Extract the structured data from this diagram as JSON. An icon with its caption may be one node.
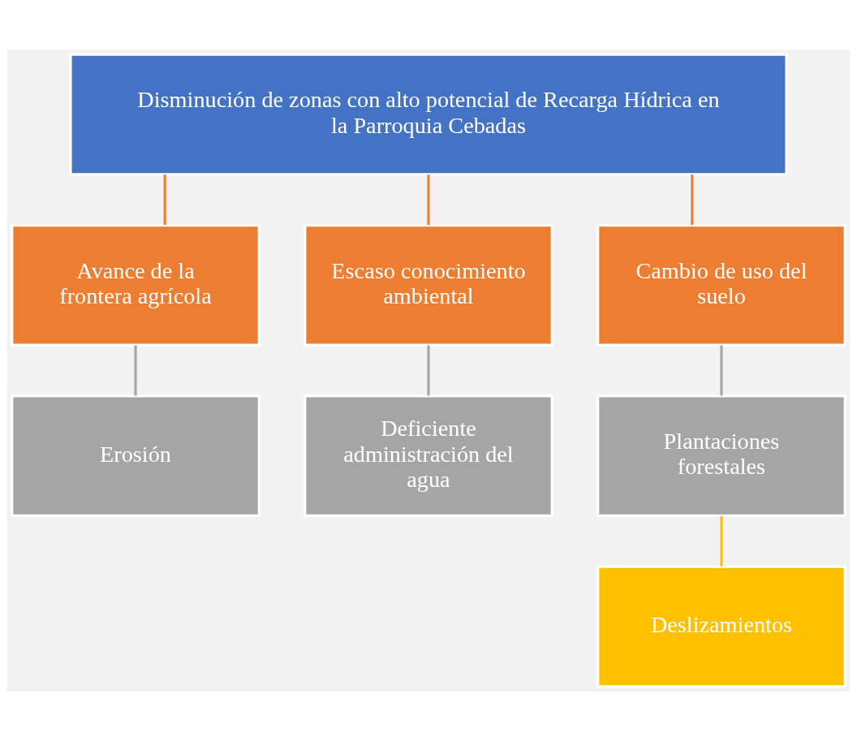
{
  "diagram": {
    "nodes": [
      {
        "text": [
          "Disminución de zonas con alto potencial de Recarga Hídrica en la Parroquia Cebadas"
        ]
      },
      {
        "text": [
          "Avance de la frontera agrícola"
        ]
      },
      {
        "text": [
          "Escaso conocimiento ambiental"
        ]
      },
      {
        "text": [
          "Cambio de uso del suelo"
        ]
      },
      {
        "text": [
          "Erosión"
        ]
      },
      {
        "text": [
          "Deficiente administración del agua"
        ]
      },
      {
        "text": [
          "Plantaciones forestales"
        ]
      },
      {
        "text": [
          "Deslizamientos"
        ]
      }
    ],
    "edges": [
      {
        "from": 0,
        "to": 1,
        "arrow": "none",
        "color": "#ed7d31"
      },
      {
        "from": 0,
        "to": 2,
        "arrow": "none",
        "color": "#ed7d31"
      },
      {
        "from": 0,
        "to": 3,
        "arrow": "none",
        "color": "#ed7d31"
      },
      {
        "from": 1,
        "to": 4,
        "arrow": "none",
        "color": "#a5a5a5"
      },
      {
        "from": 2,
        "to": 5,
        "arrow": "none",
        "color": "#a5a5a5"
      },
      {
        "from": 3,
        "to": 6,
        "arrow": "none",
        "color": "#a5a5a5"
      },
      {
        "from": 6,
        "to": 7,
        "arrow": "none",
        "color": "#ffc000"
      }
    ]
  }
}
